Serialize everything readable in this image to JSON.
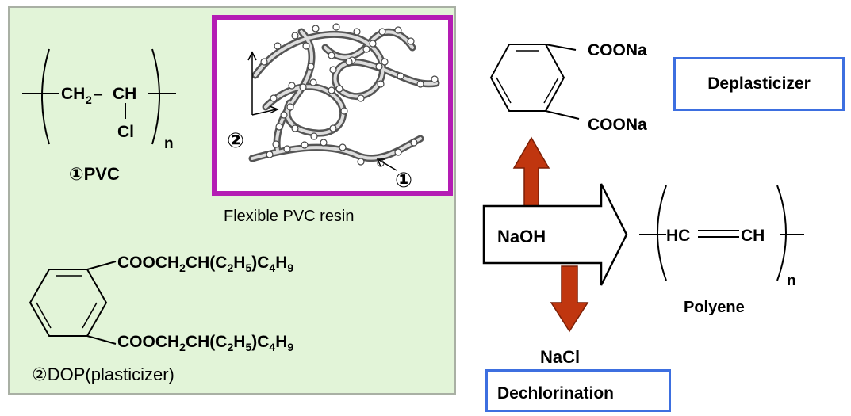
{
  "pvc": {
    "ch2": "CH",
    "ch2_sub": "2",
    "dash": "–",
    "ch": "CH",
    "cl": "Cl",
    "n": "n",
    "label": "①PVC"
  },
  "resin": {
    "marker_dop": "②",
    "marker_pvc": "①",
    "caption": "Flexible PVC resin"
  },
  "dop": {
    "chain": [
      "COOCH",
      "2",
      "CH(C",
      "2",
      "H",
      "5",
      ")C",
      "4",
      "H",
      "9"
    ],
    "label": "②DOP(plasticizer)"
  },
  "phthalate": {
    "top_group": "COONa",
    "bottom_group": "COONa"
  },
  "boxes": {
    "deplasticizer": "Deplasticizer",
    "dechlorination": "Dechlorination"
  },
  "reagent": {
    "naoh": "NaOH",
    "nacl": "NaCl"
  },
  "polyene": {
    "hc": "HC",
    "ch": "CH",
    "n": "n",
    "label": "Polyene"
  },
  "colors": {
    "panel_bg": "#e2f4d8",
    "resin_frame": "#b41db4",
    "box_border": "#3d6fe0",
    "arrow_fill": "#c0360f"
  }
}
